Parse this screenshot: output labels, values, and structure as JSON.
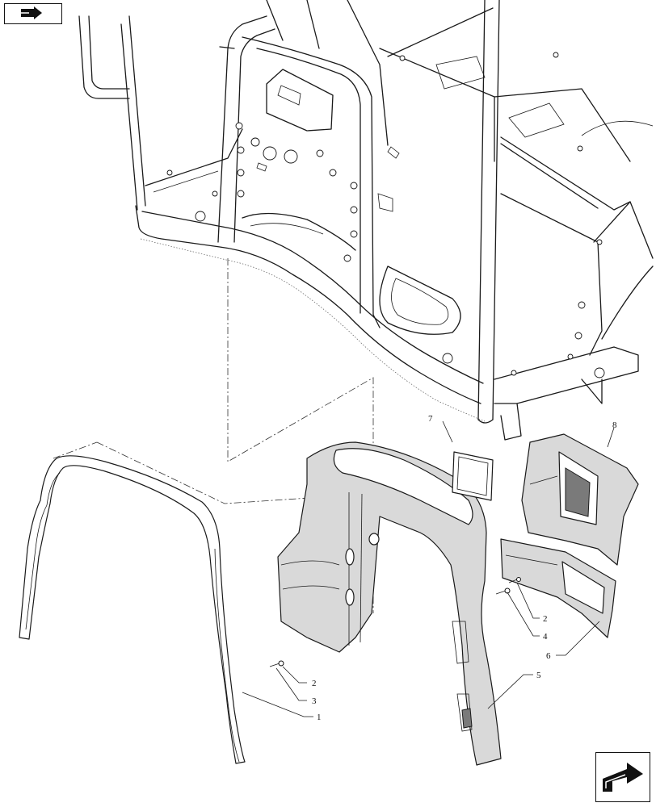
{
  "callouts": [
    {
      "id": "c1",
      "label": "1"
    },
    {
      "id": "c2a",
      "label": "2"
    },
    {
      "id": "c3",
      "label": "3"
    },
    {
      "id": "c2b",
      "label": "2"
    },
    {
      "id": "c4",
      "label": "4"
    },
    {
      "id": "c5",
      "label": "5"
    },
    {
      "id": "c6",
      "label": "6"
    },
    {
      "id": "c7",
      "label": "7"
    },
    {
      "id": "c8",
      "label": "8"
    }
  ],
  "icons": {
    "top_left": "book-arrow-icon",
    "bottom_right": "next-page-arrow-icon"
  }
}
